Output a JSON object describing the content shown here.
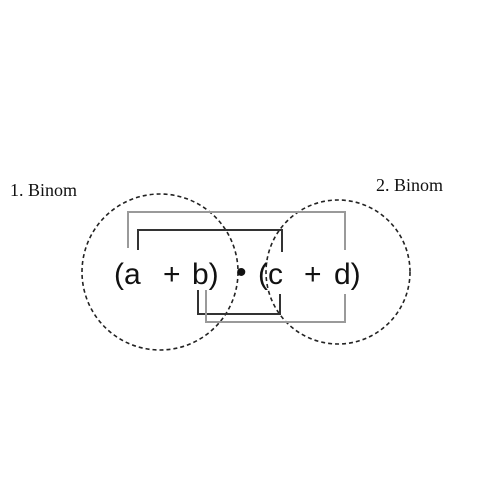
{
  "labels": {
    "first_binomial": "1. Binom",
    "second_binomial": "2. Binom"
  },
  "expression": {
    "first_term_a": "(a",
    "plus_1": "+",
    "first_term_b": "b)",
    "dot": "•",
    "second_term_c": "(c",
    "plus_2": "+",
    "second_term_d": "d)"
  },
  "colors": {
    "text": "#111111",
    "circle_outline": "#222222",
    "bracket_lines": "#9a9a9a",
    "bracket_dark": "#333333"
  }
}
